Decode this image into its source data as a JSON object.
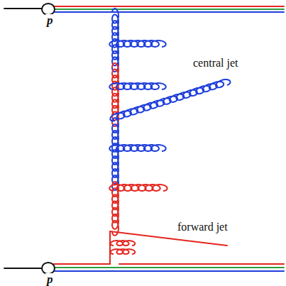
{
  "diagram": {
    "labels": [
      "p",
      "p",
      "central jet",
      "forward jet"
    ]
  }
}
